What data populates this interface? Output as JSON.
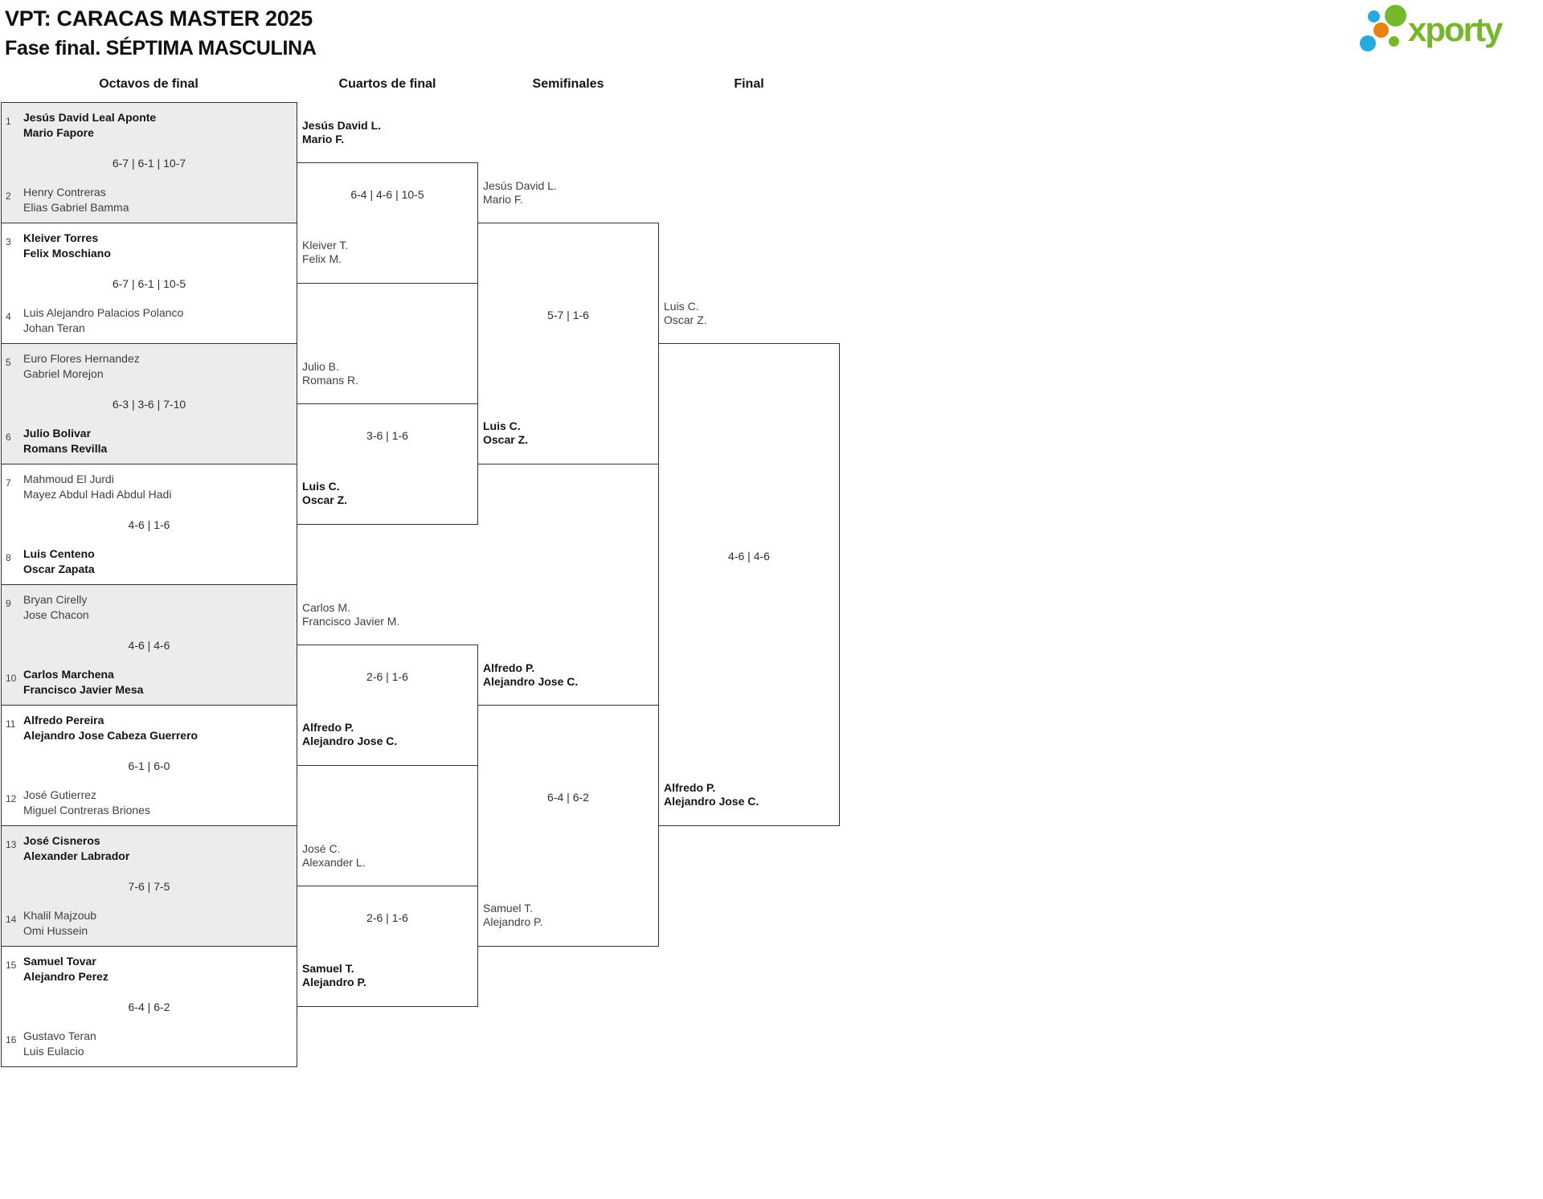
{
  "header": {
    "title": "VPT: CARACAS MASTER 2025",
    "subtitle": "Fase final. SÉPTIMA MASCULINA",
    "logo_text": "xporty"
  },
  "colors": {
    "logo_green": "#76b82b",
    "logo_blue": "#2aa9e0",
    "logo_orange": "#e8820d",
    "box_shaded": "#ececec",
    "border": "#333333",
    "winner_text": "#141414",
    "loser_text": "#3f3f3f"
  },
  "columns": [
    "Octavos de final",
    "Cuartos de final",
    "Semifinales",
    "Final"
  ],
  "octavos": [
    {
      "seed_top": "1",
      "top": [
        "Jesús David Leal Aponte",
        "Mario Fapore"
      ],
      "score": "6-7 | 6-1 | 10-7",
      "seed_bottom": "2",
      "bottom": [
        "Henry Contreras",
        "Elias Gabriel Bamma"
      ],
      "winner": "top"
    },
    {
      "seed_top": "3",
      "top": [
        "Kleiver Torres",
        "Felix Moschiano"
      ],
      "score": "6-7 | 6-1 | 10-5",
      "seed_bottom": "4",
      "bottom": [
        "Luis Alejandro Palacios Polanco",
        "Johan Teran"
      ],
      "winner": "top"
    },
    {
      "seed_top": "5",
      "top": [
        "Euro Flores Hernandez",
        "Gabriel Morejon"
      ],
      "score": "6-3 | 3-6 | 7-10",
      "seed_bottom": "6",
      "bottom": [
        "Julio Bolivar",
        "Romans Revilla"
      ],
      "winner": "bottom"
    },
    {
      "seed_top": "7",
      "top": [
        "Mahmoud El Jurdi",
        "Mayez Abdul Hadi Abdul Hadi"
      ],
      "score": "4-6 | 1-6",
      "seed_bottom": "8",
      "bottom": [
        "Luis Centeno",
        "Oscar Zapata"
      ],
      "winner": "bottom"
    },
    {
      "seed_top": "9",
      "top": [
        "Bryan Cirelly",
        "Jose Chacon"
      ],
      "score": "4-6 | 4-6",
      "seed_bottom": "10",
      "bottom": [
        "Carlos Marchena",
        "Francisco Javier Mesa"
      ],
      "winner": "bottom"
    },
    {
      "seed_top": "11",
      "top": [
        "Alfredo Pereira",
        "Alejandro Jose Cabeza Guerrero"
      ],
      "score": "6-1 | 6-0",
      "seed_bottom": "12",
      "bottom": [
        "José Gutierrez",
        "Miguel Contreras Briones"
      ],
      "winner": "top"
    },
    {
      "seed_top": "13",
      "top": [
        "José Cisneros",
        "Alexander Labrador"
      ],
      "score": "7-6 | 7-5",
      "seed_bottom": "14",
      "bottom": [
        "Khalil Majzoub",
        "Omi Hussein"
      ],
      "winner": "top"
    },
    {
      "seed_top": "15",
      "top": [
        "Samuel Tovar",
        "Alejandro Perez"
      ],
      "score": "6-4 | 6-2",
      "seed_bottom": "16",
      "bottom": [
        "Gustavo Teran",
        "Luis Eulacio"
      ],
      "winner": "top"
    }
  ],
  "cuartos": [
    {
      "top": [
        "Jesús David L.",
        "Mario F."
      ],
      "score": "6-4 | 4-6 | 10-5",
      "bottom": [
        "Kleiver T.",
        "Felix M."
      ],
      "winner": "top"
    },
    {
      "top": [
        "Julio B.",
        "Romans R."
      ],
      "score": "3-6 | 1-6",
      "bottom": [
        "Luis C.",
        "Oscar Z."
      ],
      "winner": "bottom"
    },
    {
      "top": [
        "Carlos M.",
        "Francisco Javier M."
      ],
      "score": "2-6 | 1-6",
      "bottom": [
        "Alfredo P.",
        "Alejandro Jose C."
      ],
      "winner": "bottom"
    },
    {
      "top": [
        "José C.",
        "Alexander L."
      ],
      "score": "2-6 | 1-6",
      "bottom": [
        "Samuel T.",
        "Alejandro P."
      ],
      "winner": "bottom"
    }
  ],
  "semifinales": [
    {
      "top": [
        "Jesús David L.",
        "Mario F."
      ],
      "score": "5-7 | 1-6",
      "bottom": [
        "Luis C.",
        "Oscar Z."
      ],
      "winner": "bottom"
    },
    {
      "top": [
        "Alfredo P.",
        "Alejandro Jose C."
      ],
      "score": "6-4 | 6-2",
      "bottom": [
        "Samuel T.",
        "Alejandro P."
      ],
      "winner": "top"
    }
  ],
  "final": {
    "top": [
      "Luis C.",
      "Oscar Z."
    ],
    "score": "4-6 | 4-6",
    "bottom": [
      "Alfredo P.",
      "Alejandro Jose C."
    ],
    "winner": "bottom"
  }
}
